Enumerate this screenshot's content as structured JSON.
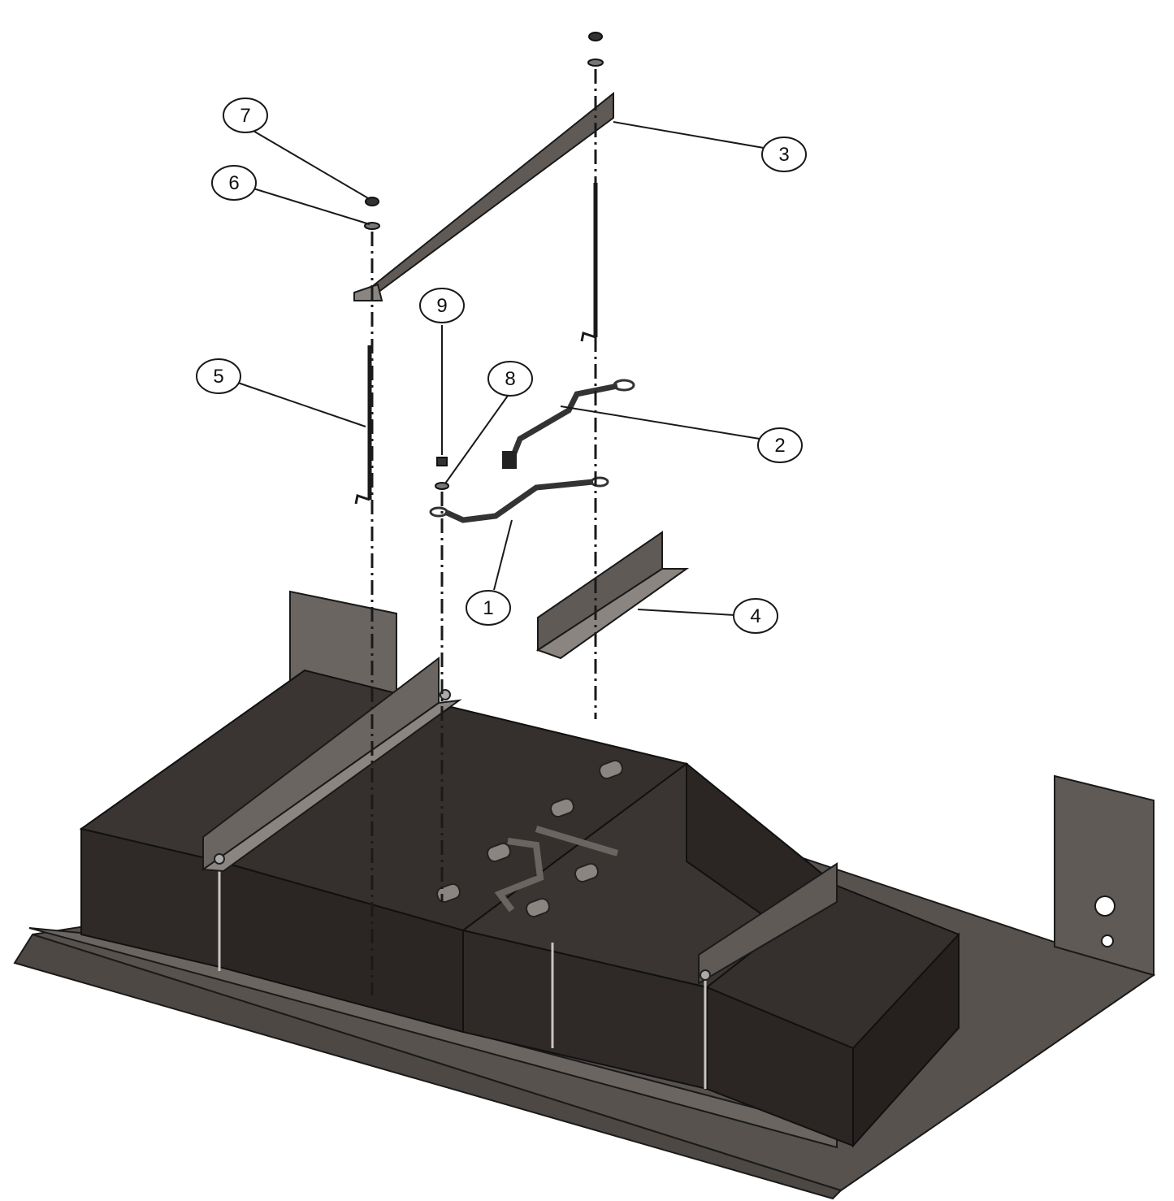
{
  "diagram": {
    "callouts": [
      {
        "id": "c1",
        "label": "1"
      },
      {
        "id": "c2",
        "label": "2"
      },
      {
        "id": "c3",
        "label": "3"
      },
      {
        "id": "c4",
        "label": "4"
      },
      {
        "id": "c5",
        "label": "5"
      },
      {
        "id": "c6",
        "label": "6"
      },
      {
        "id": "c7",
        "label": "7"
      },
      {
        "id": "c8",
        "label": "8"
      },
      {
        "id": "c9",
        "label": "9"
      }
    ],
    "colors": {
      "battery": "#2f2a27",
      "battery_top": "#3a3532",
      "tray": "#57524e",
      "tray_light": "#6a6561",
      "bracket": "#5f5a56",
      "line": "#1a1a1a"
    }
  }
}
